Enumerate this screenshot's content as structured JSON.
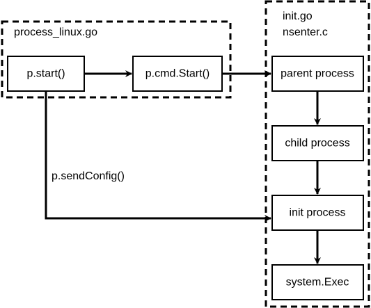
{
  "groups": {
    "left_title": "process_linux.go",
    "right_title_line1": "init.go",
    "right_title_line2": "nsenter.c"
  },
  "nodes": {
    "p_start": "p.start()",
    "p_cmd_start": "p.cmd.Start()",
    "parent_process": "parent process",
    "child_process": "child process",
    "init_process": "init process",
    "system_exec": "system.Exec"
  },
  "edges": {
    "send_config": "p.sendConfig()"
  },
  "colors": {
    "stroke": "#000000",
    "fill": "#ffffff"
  }
}
